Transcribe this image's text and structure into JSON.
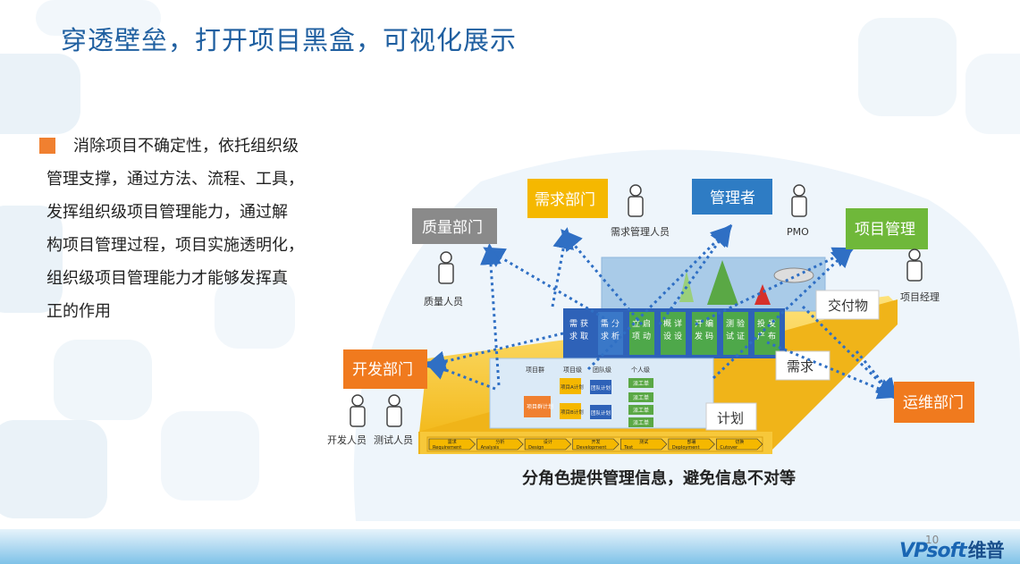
{
  "title": "穿透壁垒，打开项目黑盒，可视化展示",
  "body_lines": [
    "消除项目不确定性，依托组织级",
    "管理支撑，通过方法、流程、工具，",
    "发挥组织级项目管理能力，通过解",
    "构项目管理过程，项目实施透明化，",
    "组织级项目管理能力才能够发挥真",
    "正的作用"
  ],
  "diagram": {
    "departments": {
      "quality": "质量部门",
      "requirements": "需求部门",
      "manager": "管理者",
      "project_mgmt": "项目管理",
      "development": "开发部门",
      "operations": "运维部门"
    },
    "people": {
      "quality_staff": "质量人员",
      "req_manager": "需求管理人员",
      "pmo": "PMO",
      "project_manager": "项目经理",
      "developer": "开发人员",
      "tester": "测试人员"
    },
    "phases": [
      "需求获取",
      "需求分析",
      "立项启动",
      "概设详设",
      "开发编码",
      "测试验证",
      "投产发布"
    ],
    "grid": {
      "headers": [
        "项目群",
        "项目级",
        "团队级",
        "个人级"
      ],
      "program_plan": "项目群计划",
      "project_a": "项目A计划",
      "project_b": "项目B计划",
      "team_plan": "团队计划",
      "task": "派工单"
    },
    "side_labels": {
      "deliverable": "交付物",
      "requirement": "需求",
      "plan": "计划"
    },
    "timeline": [
      {
        "cn": "需求",
        "en": "Requirement"
      },
      {
        "cn": "分析",
        "en": "Analysis"
      },
      {
        "cn": "设计",
        "en": "Design"
      },
      {
        "cn": "开发",
        "en": "Development"
      },
      {
        "cn": "测试",
        "en": "Test"
      },
      {
        "cn": "部署",
        "en": "Deployment"
      },
      {
        "cn": "切换",
        "en": "Cutover"
      }
    ],
    "caption": "分角色提供管理信息，避免信息不对等"
  },
  "page_number": "10",
  "logo": {
    "latin": "VPsoft",
    "cn": "维普"
  },
  "colors": {
    "title": "#1f5fa0",
    "bullet": "#f08030",
    "orange_dept": "#f07a1e",
    "yellow_dept": "#f5b800",
    "blue_dept": "#2e7cc4",
    "green_dept": "#6fb83a",
    "gray_dept": "#8a8a8a",
    "arrow": "#2f6fc4"
  },
  "icons": [
    "person-icon",
    "square-bullet-icon",
    "dotted-arrow-icon"
  ]
}
